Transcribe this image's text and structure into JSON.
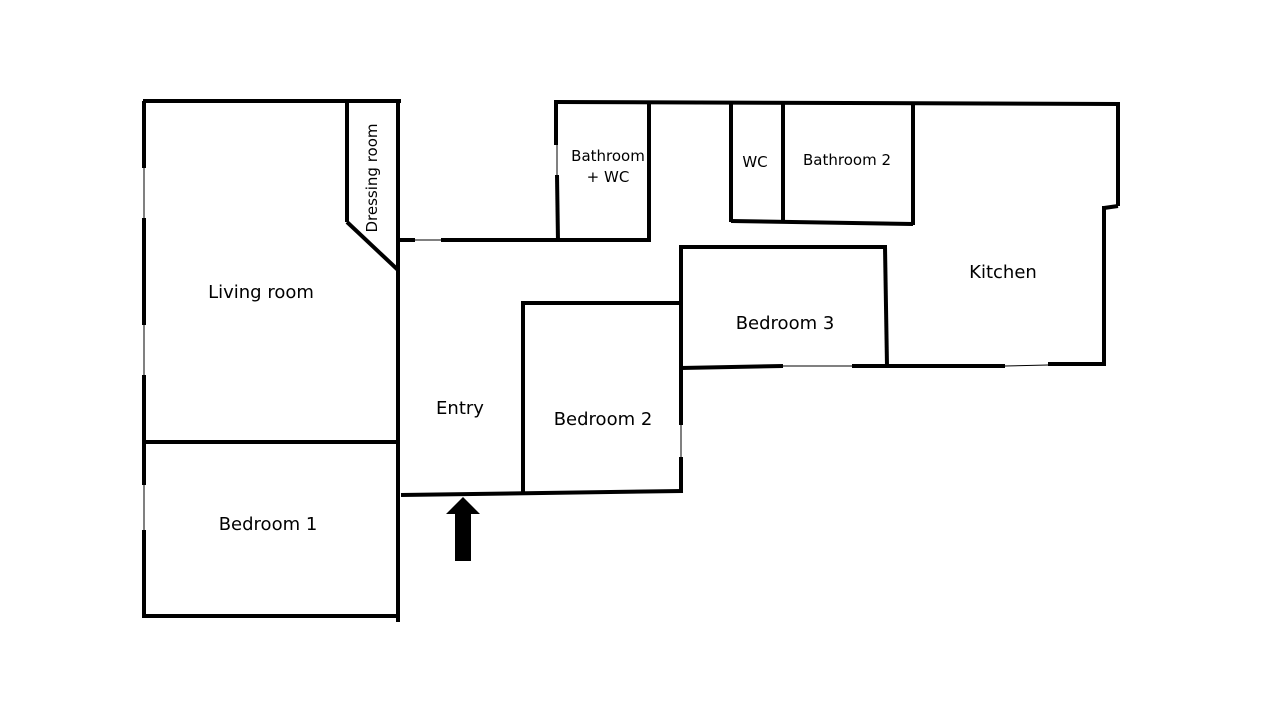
{
  "floorplan": {
    "rooms": {
      "living_room": "Living room",
      "dressing_room": "Dressing room",
      "bedroom_1": "Bedroom 1",
      "entry": "Entry",
      "bedroom_2": "Bedroom 2",
      "bathroom_wc_line1": "Bathroom",
      "bathroom_wc_line2": "+ WC",
      "wc": "WC",
      "bathroom_2": "Bathroom 2",
      "bedroom_3": "Bedroom 3",
      "kitchen": "Kitchen"
    },
    "entrance": {
      "icon": "up-arrow-icon"
    },
    "colors": {
      "walls": "#000000",
      "background": "#ffffff"
    }
  }
}
